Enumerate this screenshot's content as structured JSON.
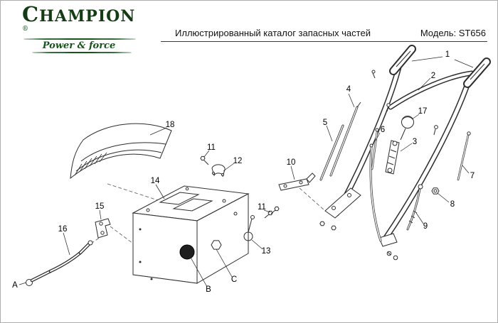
{
  "page": {
    "background": "#ffffff",
    "border_color": "#adadad"
  },
  "header": {
    "logo": {
      "brand": "CHAMPION",
      "registered_mark": "®",
      "tagline": "Power & force",
      "brand_color": "#143c14",
      "accent_color": "#14551c"
    },
    "title": "Иллюстрированный каталог запасных частей",
    "model": "Модель: ST656"
  },
  "diagram": {
    "stroke_color": "#2d2d2d",
    "callouts": [
      {
        "label": "1"
      },
      {
        "label": "2"
      },
      {
        "label": "3"
      },
      {
        "label": "4"
      },
      {
        "label": "5"
      },
      {
        "label": "6"
      },
      {
        "label": "7"
      },
      {
        "label": "8"
      },
      {
        "label": "9"
      },
      {
        "label": "10"
      },
      {
        "label": "11"
      },
      {
        "label": "11"
      },
      {
        "label": "12"
      },
      {
        "label": "13"
      },
      {
        "label": "14"
      },
      {
        "label": "15"
      },
      {
        "label": "16"
      },
      {
        "label": "17"
      },
      {
        "label": "18"
      },
      {
        "label": "A"
      },
      {
        "label": "B"
      },
      {
        "label": "C"
      }
    ]
  }
}
